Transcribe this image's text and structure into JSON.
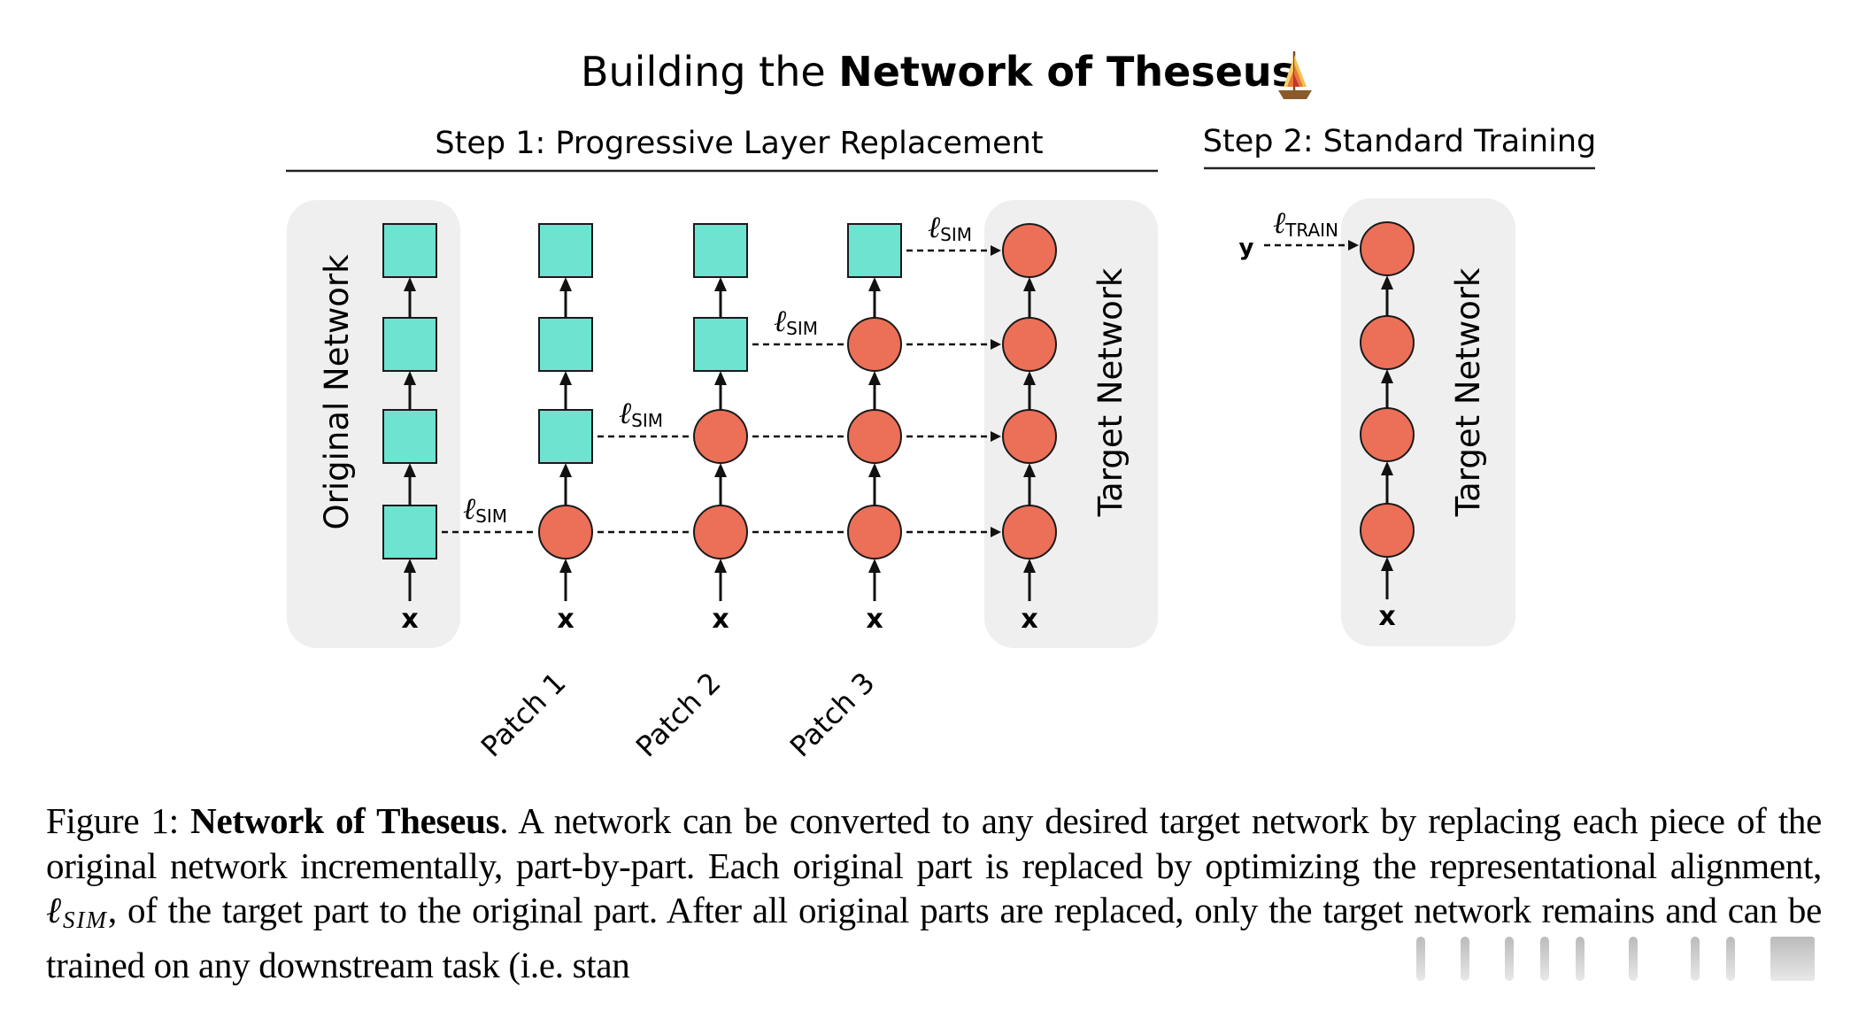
{
  "figure": {
    "title_prefix": "Building the ",
    "title_bold": "Network of Theseus",
    "title_icon": "sailboat-icon",
    "step1": {
      "header": "Step 1: Progressive Layer Replacement",
      "original_panel_label": "Original Network",
      "target_panel_label": "Target Network",
      "columns": [
        {
          "name": "original",
          "nodes": [
            "square",
            "square",
            "square",
            "square"
          ],
          "input": "x"
        },
        {
          "name": "patch-1",
          "nodes": [
            "circle",
            "square",
            "square",
            "square"
          ],
          "input": "x",
          "label": "Patch 1"
        },
        {
          "name": "patch-2",
          "nodes": [
            "circle",
            "circle",
            "square",
            "square"
          ],
          "input": "x",
          "label": "Patch 2"
        },
        {
          "name": "patch-3",
          "nodes": [
            "circle",
            "circle",
            "circle",
            "square"
          ],
          "input": "x",
          "label": "Patch 3"
        },
        {
          "name": "target",
          "nodes": [
            "circle",
            "circle",
            "circle",
            "circle"
          ],
          "input": "x"
        }
      ],
      "loss_label": "ℓ",
      "loss_subscript": "SIM"
    },
    "step2": {
      "header": "Step 2: Standard Training",
      "target_panel_label": "Target Network",
      "nodes": [
        "circle",
        "circle",
        "circle",
        "circle"
      ],
      "input": "x",
      "target_label": "y",
      "loss_label": "ℓ",
      "loss_subscript": "TRAIN"
    },
    "colors": {
      "square_fill": "#6de3d0",
      "circle_fill": "#ec6f58",
      "panel_fill": "#efefef",
      "stroke": "#1a1a1a"
    }
  },
  "caption": {
    "prefix": "Figure 1: ",
    "bold": "Network of Theseus",
    "text1": ".  A network can be converted to any desired target network by replacing each piece of the original network incrementally, part-by-part.  Each original part is replaced by optimizing the representational alignment, ",
    "math_symbol": "ℓ",
    "math_sub": "SIM",
    "text2": ", of the target part to the original part.  After all original parts are replaced, only the target network remains and can be trained on any downstream task (i.e. stan"
  }
}
